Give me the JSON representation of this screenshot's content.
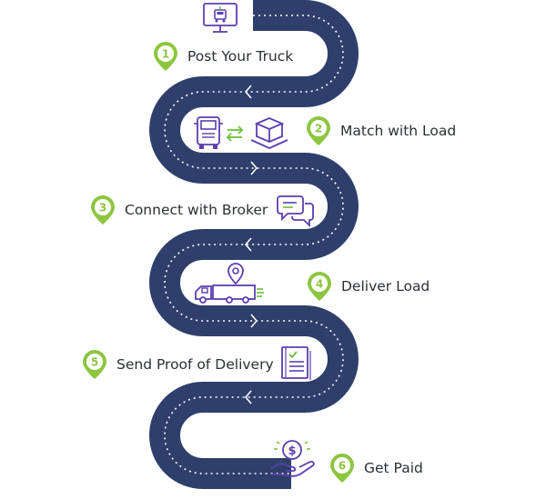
{
  "colors": {
    "road": "#2f3f6b",
    "road_dash": "#ffffff",
    "pin": "#8cc63f",
    "icon": "#5a3fb0",
    "icon_green": "#6cbf3a",
    "text": "#2b2f36"
  },
  "steps": [
    {
      "number": "1",
      "label": "Post Your Truck",
      "icon": "computer-truck-icon"
    },
    {
      "number": "2",
      "label": "Match with Load",
      "icon": "truck-box-match-icon"
    },
    {
      "number": "3",
      "label": "Connect with Broker",
      "icon": "chat-bubbles-icon"
    },
    {
      "number": "4",
      "label": "Deliver Load",
      "icon": "delivery-truck-location-icon"
    },
    {
      "number": "5",
      "label": "Send Proof of Delivery",
      "icon": "document-checklist-icon"
    },
    {
      "number": "6",
      "label": "Get Paid",
      "icon": "hand-dollar-icon"
    }
  ]
}
